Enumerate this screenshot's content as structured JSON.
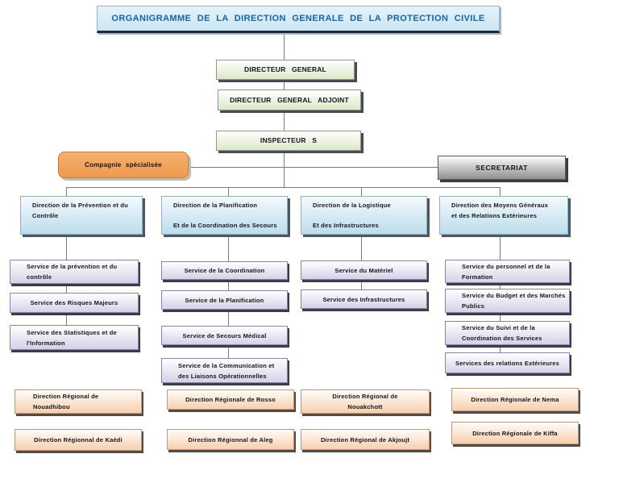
{
  "title": "ORGANIGRAMME DE LA DIRECTION GENERALE DE LA PROTECTION CIVILE",
  "hierarchy": {
    "directeur_general": "DIRECTEUR GENERAL",
    "directeur_general_adjoint": "DIRECTEUR GENERAL ADJOINT",
    "inspecteur": "INSPECTEUR S",
    "compagnie_specialisee": "Compagnie spécialisée",
    "secretariat": "SECRETARIAT"
  },
  "directions": [
    {
      "lines": [
        "Direction de la Prévention et du",
        "Contrôle"
      ]
    },
    {
      "lines": [
        "Direction de la Planification",
        "Et de la Coordination des Secours"
      ]
    },
    {
      "lines": [
        "Direction de la Logistique",
        "Et des Infrastructures"
      ]
    },
    {
      "lines": [
        "Direction des Moyens Généraux",
        "et des Relations Extérieures"
      ]
    }
  ],
  "services": [
    [
      {
        "lines": [
          "Service de la prévention et du",
          "contrôle"
        ]
      },
      {
        "lines": [
          "Service des Risques Majeurs"
        ]
      },
      {
        "lines": [
          "Service des Statistiques et de",
          "l'Information"
        ]
      }
    ],
    [
      {
        "lines": [
          "Service de la Coordination"
        ]
      },
      {
        "lines": [
          "Service de la Planification"
        ]
      },
      {
        "lines": [
          "Service de Secours Médical"
        ]
      },
      {
        "lines": [
          "Service de la Communication et",
          "des Liaisons Opérationnelles"
        ]
      }
    ],
    [
      {
        "lines": [
          "Service du Matériel"
        ]
      },
      {
        "lines": [
          "Service des Infrastructures"
        ]
      }
    ],
    [
      {
        "lines": [
          "Service du personnel et de la",
          "Formation"
        ]
      },
      {
        "lines": [
          "Service du Budget et des Marchés",
          "Publics"
        ]
      },
      {
        "lines": [
          "Service du Suivi et de la",
          "Coordination des Services"
        ]
      },
      {
        "lines": [
          "Services des relations Extérieures"
        ]
      }
    ]
  ],
  "regional_directions": [
    [
      {
        "lines": [
          "Direction Régional de",
          "Nouadhibou"
        ]
      },
      {
        "lines": [
          "Direction Régionnal de Kaédi"
        ]
      }
    ],
    [
      {
        "lines": [
          "Direction Régionale de Rosso"
        ]
      },
      {
        "lines": [
          "Direction Régionnal de Aleg"
        ]
      }
    ],
    [
      {
        "lines": [
          "Direction Régional de",
          "Nouakchott"
        ]
      },
      {
        "lines": [
          "Direction Régional de Akjoujt"
        ]
      }
    ],
    [
      {
        "lines": [
          "Direction Régionale de Nema"
        ]
      },
      {
        "lines": [
          "Direction Régionale de Kiffa"
        ]
      }
    ]
  ],
  "colors": {
    "title_text": "#1565a8",
    "title_bg": "#c9e5f3",
    "command_box_bg": "#dce8c7",
    "compagnie_bg": "#f0a55c",
    "secretariat_bg": "#9c9c9c",
    "direction_bg": "#bcdcec",
    "service_bg": "#d5d1e8",
    "regional_bg": "#f8cfae"
  }
}
